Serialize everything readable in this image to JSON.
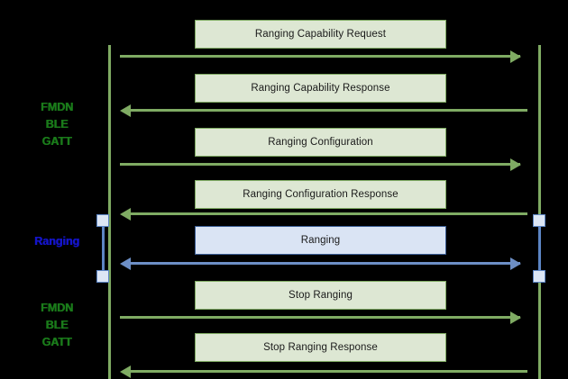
{
  "diagram": {
    "type": "sequence-diagram",
    "background_color": "#000000",
    "colors": {
      "lifeline_green": "#7fab63",
      "message_box_green_fill": "#dde7d3",
      "message_box_green_border": "#7fab63",
      "message_box_blue_fill": "#dae4f4",
      "message_box_blue_border": "#3a5c94",
      "arrow_green": "#7fab63",
      "arrow_blue": "#6d8fc6",
      "activation_fill": "#dce6f5",
      "activation_border": "#5c85c4",
      "label_green_text": "#1a7a1a",
      "label_blue_text": "#1414c8"
    },
    "side_labels": [
      {
        "id": "phase-fmdn-top",
        "text": "FMDN\nBLE\nGATT",
        "style": "protocol"
      },
      {
        "id": "phase-ranging",
        "text": "Ranging",
        "style": "ranging"
      },
      {
        "id": "phase-fmdn-bottom",
        "text": "FMDN\nBLE\nGATT",
        "style": "protocol"
      }
    ],
    "messages": [
      {
        "id": "msg-1",
        "label": "Ranging Capability Request",
        "direction": "right",
        "color": "green"
      },
      {
        "id": "msg-2",
        "label": "Ranging Capability Response",
        "direction": "left",
        "color": "green"
      },
      {
        "id": "msg-3",
        "label": "Ranging Configuration",
        "direction": "right",
        "color": "green"
      },
      {
        "id": "msg-4",
        "label": "Ranging Configuration Response",
        "direction": "left",
        "color": "green"
      },
      {
        "id": "msg-5",
        "label": "Ranging",
        "direction": "both",
        "color": "blue"
      },
      {
        "id": "msg-6",
        "label": "Stop Ranging",
        "direction": "right",
        "color": "green"
      },
      {
        "id": "msg-7",
        "label": "Stop Ranging Response",
        "direction": "left",
        "color": "green"
      }
    ]
  }
}
